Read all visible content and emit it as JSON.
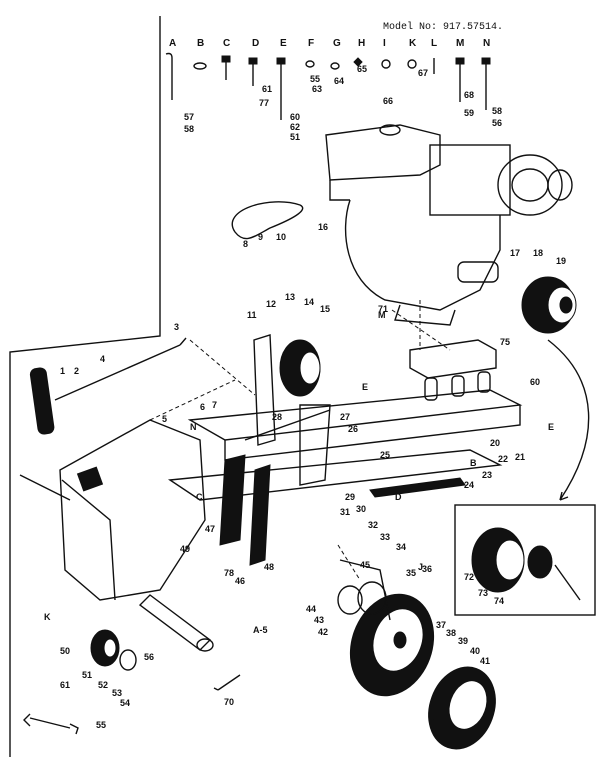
{
  "model_text": "Model No: 917.57514.",
  "section_label": "A-5",
  "hardware_headers": [
    "A",
    "B",
    "C",
    "D",
    "E",
    "F",
    "G",
    "H",
    "I",
    "K",
    "L",
    "M",
    "N"
  ],
  "hardware_numbers": [
    "57",
    "58",
    "77",
    "61",
    "60",
    "62",
    "51",
    "55",
    "63",
    "64",
    "65",
    "66",
    "67",
    "68",
    "56",
    "58",
    "59"
  ],
  "callouts": [
    "1",
    "2",
    "3",
    "4",
    "5",
    "6",
    "7",
    "8",
    "9",
    "10",
    "11",
    "12",
    "13",
    "14",
    "15",
    "16",
    "17",
    "18",
    "19",
    "20",
    "21",
    "22",
    "23",
    "24",
    "25",
    "26",
    "27",
    "28",
    "29",
    "30",
    "31",
    "32",
    "33",
    "34",
    "35",
    "36",
    "37",
    "38",
    "39",
    "40",
    "41",
    "42",
    "43",
    "44",
    "45",
    "46",
    "47",
    "48",
    "49",
    "50",
    "51",
    "52",
    "53",
    "54",
    "55",
    "56",
    "60",
    "61",
    "70",
    "71",
    "72",
    "73",
    "74",
    "75",
    "78"
  ],
  "letter_callouts": [
    "B",
    "C",
    "D",
    "E",
    "E",
    "J",
    "K",
    "L",
    "M",
    "N"
  ],
  "colors": {
    "ink": "#111111",
    "paper": "#ffffff"
  }
}
